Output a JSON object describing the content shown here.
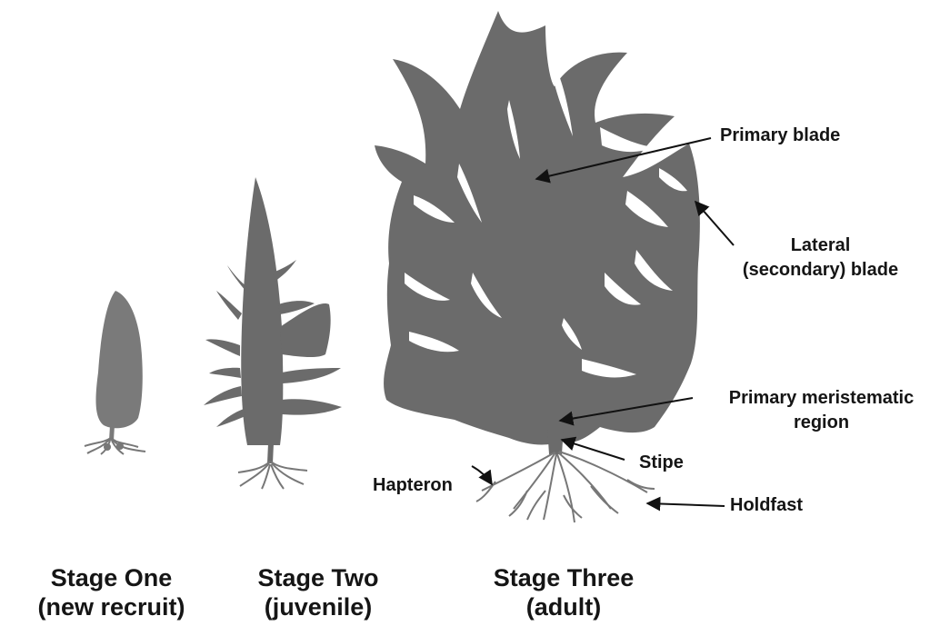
{
  "colors": {
    "plant_fill": "#6b6b6b",
    "stage_one_fill": "#7a7a7a",
    "root_stroke": "#777777",
    "arrow": "#111111",
    "text": "#151515"
  },
  "stages": [
    {
      "name": "Stage One",
      "note": "(new recruit)"
    },
    {
      "name": "Stage Two",
      "note": "(juvenile)"
    },
    {
      "name": "Stage Three",
      "note": "(adult)"
    }
  ],
  "annotations": {
    "primary_blade": "Primary blade",
    "lateral_blade_line1": "Lateral",
    "lateral_blade_line2": "(secondary) blade",
    "meristem_line1": "Primary meristematic",
    "meristem_line2": "region",
    "stipe": "Stipe",
    "hapteron": "Hapteron",
    "holdfast": "Holdfast"
  }
}
